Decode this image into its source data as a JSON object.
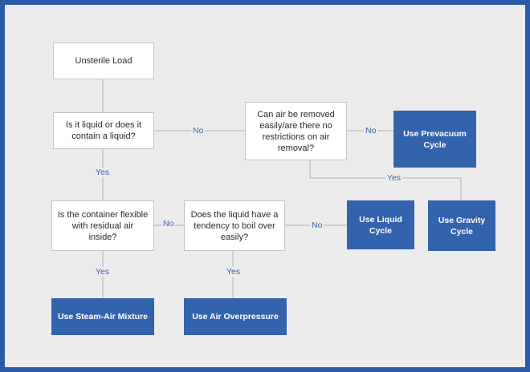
{
  "nodes": {
    "start": "Unsterile Load",
    "q_liquid": "Is it liquid or does it contain a liquid?",
    "q_air_removal": "Can air be removed easily/are there no restrictions on air removal?",
    "r_prevacuum": "Use Prevacuum Cycle",
    "q_flexible": "Is the container flexible with residual air inside?",
    "q_boil": "Does the liquid have a tendency to boil over easily?",
    "r_liquid_cycle": "Use Liquid Cycle",
    "r_gravity": "Use Gravity Cycle",
    "r_steam_air": "Use Steam-Air Mixture",
    "r_overpressure": "Use Air Overpressure"
  },
  "edge_labels": {
    "liquid_no": "No",
    "air_no": "No",
    "liquid_yes": "Yes",
    "air_yes": "Yes",
    "flexible_no": "No",
    "boil_no": "No",
    "flexible_yes": "Yes",
    "boil_yes": "Yes"
  },
  "colors": {
    "answer_fill": "#3463ad",
    "frame_border": "#2a5aa8",
    "line": "#b0b0b0",
    "label": "#3e64a8"
  }
}
